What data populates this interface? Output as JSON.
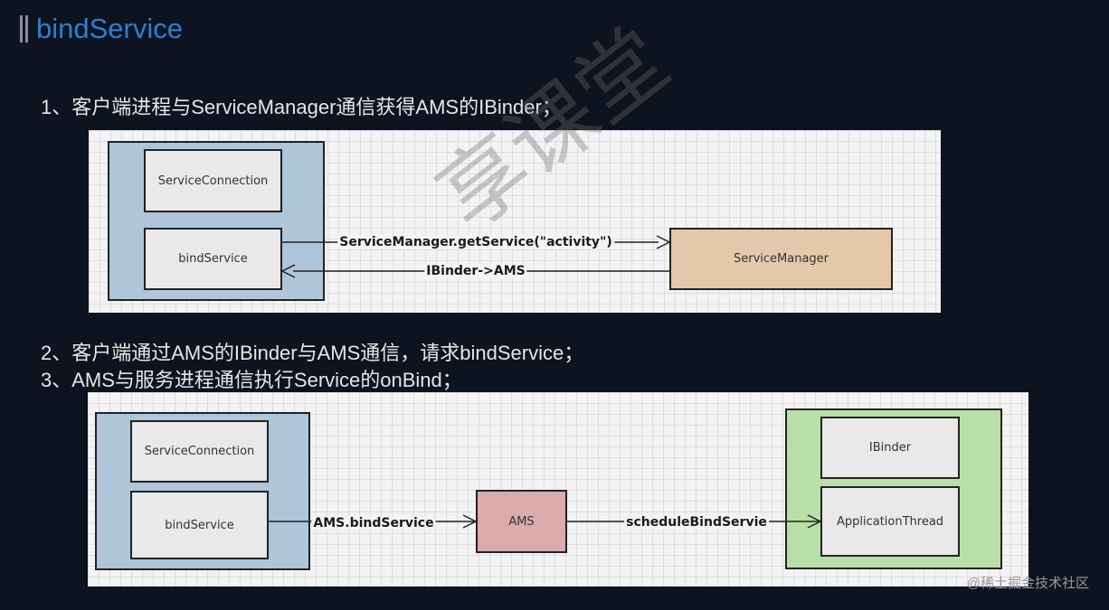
{
  "slide": {
    "title": "bindService",
    "step1": "1、客户端进程与ServiceManager通信获得AMS的IBinder；",
    "step2": "2、客户端通过AMS的IBinder与AMS通信，请求bindService；",
    "step3": "3、AMS与服务进程通信执行Service的onBind；",
    "watermark": "享课堂",
    "footer": "@稀土掘金技术社区"
  },
  "diagram1": {
    "box_service_connection": "ServiceConnection",
    "box_bind_service": "bindService",
    "box_service_manager": "ServiceManager",
    "arrow_request": "ServiceManager.getService(\"activity\")",
    "arrow_response": "IBinder->AMS"
  },
  "diagram2": {
    "box_service_connection": "ServiceConnection",
    "box_bind_service": "bindService",
    "box_ams": "AMS",
    "box_ibinder": "IBinder",
    "box_application_thread": "ApplicationThread",
    "arrow_bind": "AMS.bindService",
    "arrow_schedule": "scheduleBindServie"
  },
  "colors": {
    "client": "#aec5da",
    "service_manager": "#e3c9a9",
    "ams": "#dbaaac",
    "service_process": "#b9dfa8",
    "title": "#2e7fd1"
  }
}
